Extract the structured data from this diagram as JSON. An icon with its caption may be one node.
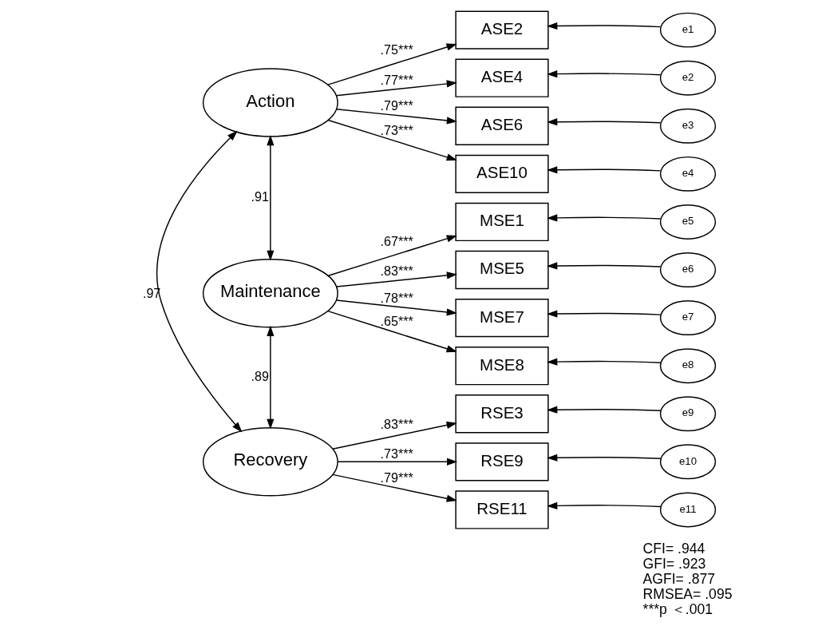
{
  "diagram": {
    "nodes": [
      {
        "text": [
          "Action"
        ]
      },
      {
        "text": [
          "Maintenance"
        ]
      },
      {
        "text": [
          "Recovery"
        ]
      },
      {
        "text": [
          "ASE2"
        ]
      },
      {
        "text": [
          "ASE4"
        ]
      },
      {
        "text": [
          "ASE6"
        ]
      },
      {
        "text": [
          "ASE10"
        ]
      },
      {
        "text": [
          "MSE1"
        ]
      },
      {
        "text": [
          "MSE5"
        ]
      },
      {
        "text": [
          "MSE7"
        ]
      },
      {
        "text": [
          "MSE8"
        ]
      },
      {
        "text": [
          "RSE3"
        ]
      },
      {
        "text": [
          "RSE9"
        ]
      },
      {
        "text": [
          "RSE11"
        ]
      },
      {
        "text": [
          "e1"
        ]
      },
      {
        "text": [
          "e2"
        ]
      },
      {
        "text": [
          "e3"
        ]
      },
      {
        "text": [
          "e4"
        ]
      },
      {
        "text": [
          "e5"
        ]
      },
      {
        "text": [
          "e6"
        ]
      },
      {
        "text": [
          "e7"
        ]
      },
      {
        "text": [
          "e8"
        ]
      },
      {
        "text": [
          "e9"
        ]
      },
      {
        "text": [
          "e10"
        ]
      },
      {
        "text": [
          "e11"
        ]
      }
    ],
    "edges": [
      {
        "from": 0,
        "to": 3,
        "arrow": "to",
        "label": ".75***"
      },
      {
        "from": 0,
        "to": 4,
        "arrow": "to",
        "label": ".77***"
      },
      {
        "from": 0,
        "to": 5,
        "arrow": "to",
        "label": ".79***"
      },
      {
        "from": 0,
        "to": 6,
        "arrow": "to",
        "label": ".73***"
      },
      {
        "from": 1,
        "to": 7,
        "arrow": "to",
        "label": ".67***"
      },
      {
        "from": 1,
        "to": 8,
        "arrow": "to",
        "label": ".83***"
      },
      {
        "from": 1,
        "to": 9,
        "arrow": "to",
        "label": ".78***"
      },
      {
        "from": 1,
        "to": 10,
        "arrow": "to",
        "label": ".65***"
      },
      {
        "from": 2,
        "to": 11,
        "arrow": "to",
        "label": ".83***"
      },
      {
        "from": 2,
        "to": 12,
        "arrow": "to",
        "label": ".73***"
      },
      {
        "from": 2,
        "to": 13,
        "arrow": "to",
        "label": ".79***"
      },
      {
        "from": 14,
        "to": 3,
        "arrow": "to"
      },
      {
        "from": 15,
        "to": 4,
        "arrow": "to"
      },
      {
        "from": 16,
        "to": 5,
        "arrow": "to"
      },
      {
        "from": 17,
        "to": 6,
        "arrow": "to"
      },
      {
        "from": 18,
        "to": 7,
        "arrow": "to"
      },
      {
        "from": 19,
        "to": 8,
        "arrow": "to"
      },
      {
        "from": 20,
        "to": 9,
        "arrow": "to"
      },
      {
        "from": 21,
        "to": 10,
        "arrow": "to"
      },
      {
        "from": 22,
        "to": 11,
        "arrow": "to"
      },
      {
        "from": 23,
        "to": 12,
        "arrow": "to"
      },
      {
        "from": 24,
        "to": 13,
        "arrow": "to"
      },
      {
        "from": 0,
        "to": 1,
        "arrow": "both",
        "label": ".91"
      },
      {
        "from": 1,
        "to": 2,
        "arrow": "both",
        "label": ".89"
      },
      {
        "from": 0,
        "to": 2,
        "arrow": "both",
        "label": ".97"
      }
    ],
    "labels": [
      "CFI= .944",
      "GFI= .923",
      "AGFI= .877",
      "RMSEA= .095",
      "***p ＜.001"
    ]
  }
}
